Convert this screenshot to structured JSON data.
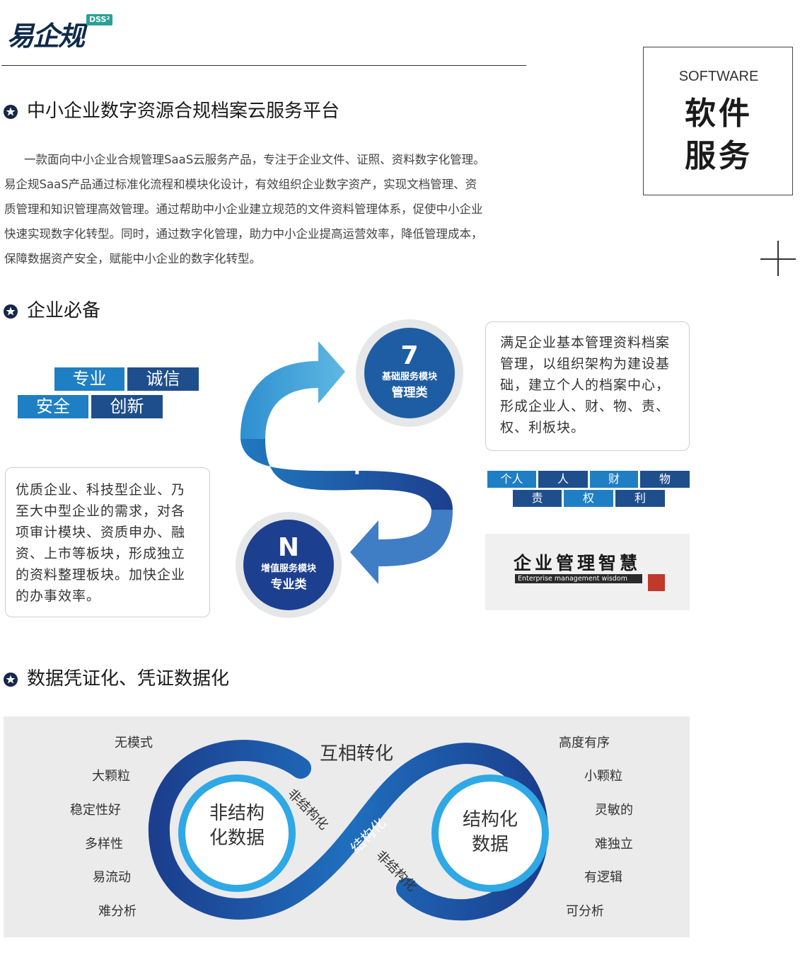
{
  "logo": {
    "text": "易企规",
    "badge": "DSS²"
  },
  "side_box": {
    "en": "SOFTWARE",
    "cn_line1": "软件",
    "cn_line2": "服务"
  },
  "section1": {
    "title": "中小企业数字资源合规档案云服务平台",
    "lines": [
      "一款面向中小企业合规管理SaaS云服务产品，专注于企业文件、证照、资料数字化管理。",
      "易企规SaaS产品通过标准化流程和模块化设计，有效组织企业数字资产，实现文档管理、资",
      "质管理和知识管理高效管理。通过帮助中小企业建立规范的文件资料管理体系，促使中小企业",
      "快速实现数字化转型。同时，通过数字化管理，助力中小企业提高运营效率，降低管理成本，",
      "保障数据资产安全，赋能中小企业的数字化转型。"
    ]
  },
  "section2": {
    "title": "企业必备",
    "tags_row1": [
      "专业",
      "诚信"
    ],
    "tags_row2": [
      "安全",
      "创新"
    ],
    "left_box": [
      "优质企业、科技型企业、乃",
      "至大中型企业的需求，对各",
      "项审计模块、资质申办、融",
      "资、上市等板块，形成独立",
      "的资料整理板块。加快企业",
      "的办事效率。"
    ],
    "circle_top": {
      "num": "7",
      "line1": "基础服务模块",
      "line2": "管理类"
    },
    "circle_bottom": {
      "num": "N",
      "line1": "增值服务模块",
      "line2": "专业类"
    },
    "plus": "+",
    "right_box": [
      "满足企业基本管理资料档案",
      "管理，以组织架构为建设基",
      "础，建立个人的档案中心，",
      "形成企业人、财、物、责、",
      "权、利板块。"
    ],
    "small_tags_row1": [
      "个人",
      "人",
      "财",
      "物"
    ],
    "small_tags_row2": [
      "责",
      "权",
      "利"
    ],
    "wisdom_cn": "企业管理智慧",
    "wisdom_en": "Enterprise management wisdom"
  },
  "section3": {
    "title": "数据凭证化、凭证数据化",
    "left_labels": [
      "无模式",
      "大颗粒",
      "稳定性好",
      "多样性",
      "易流动",
      "难分析"
    ],
    "right_labels": [
      "高度有序",
      "小颗粒",
      "灵敏的",
      "难独立",
      "有逻辑",
      "可分析"
    ],
    "left_circle": [
      "非结构",
      "化数据"
    ],
    "right_circle": [
      "结构化",
      "数据"
    ],
    "top_label": "互相转化",
    "band_label1": "非结构化",
    "band_label2": "结构化",
    "band_label3": "非结构化"
  }
}
